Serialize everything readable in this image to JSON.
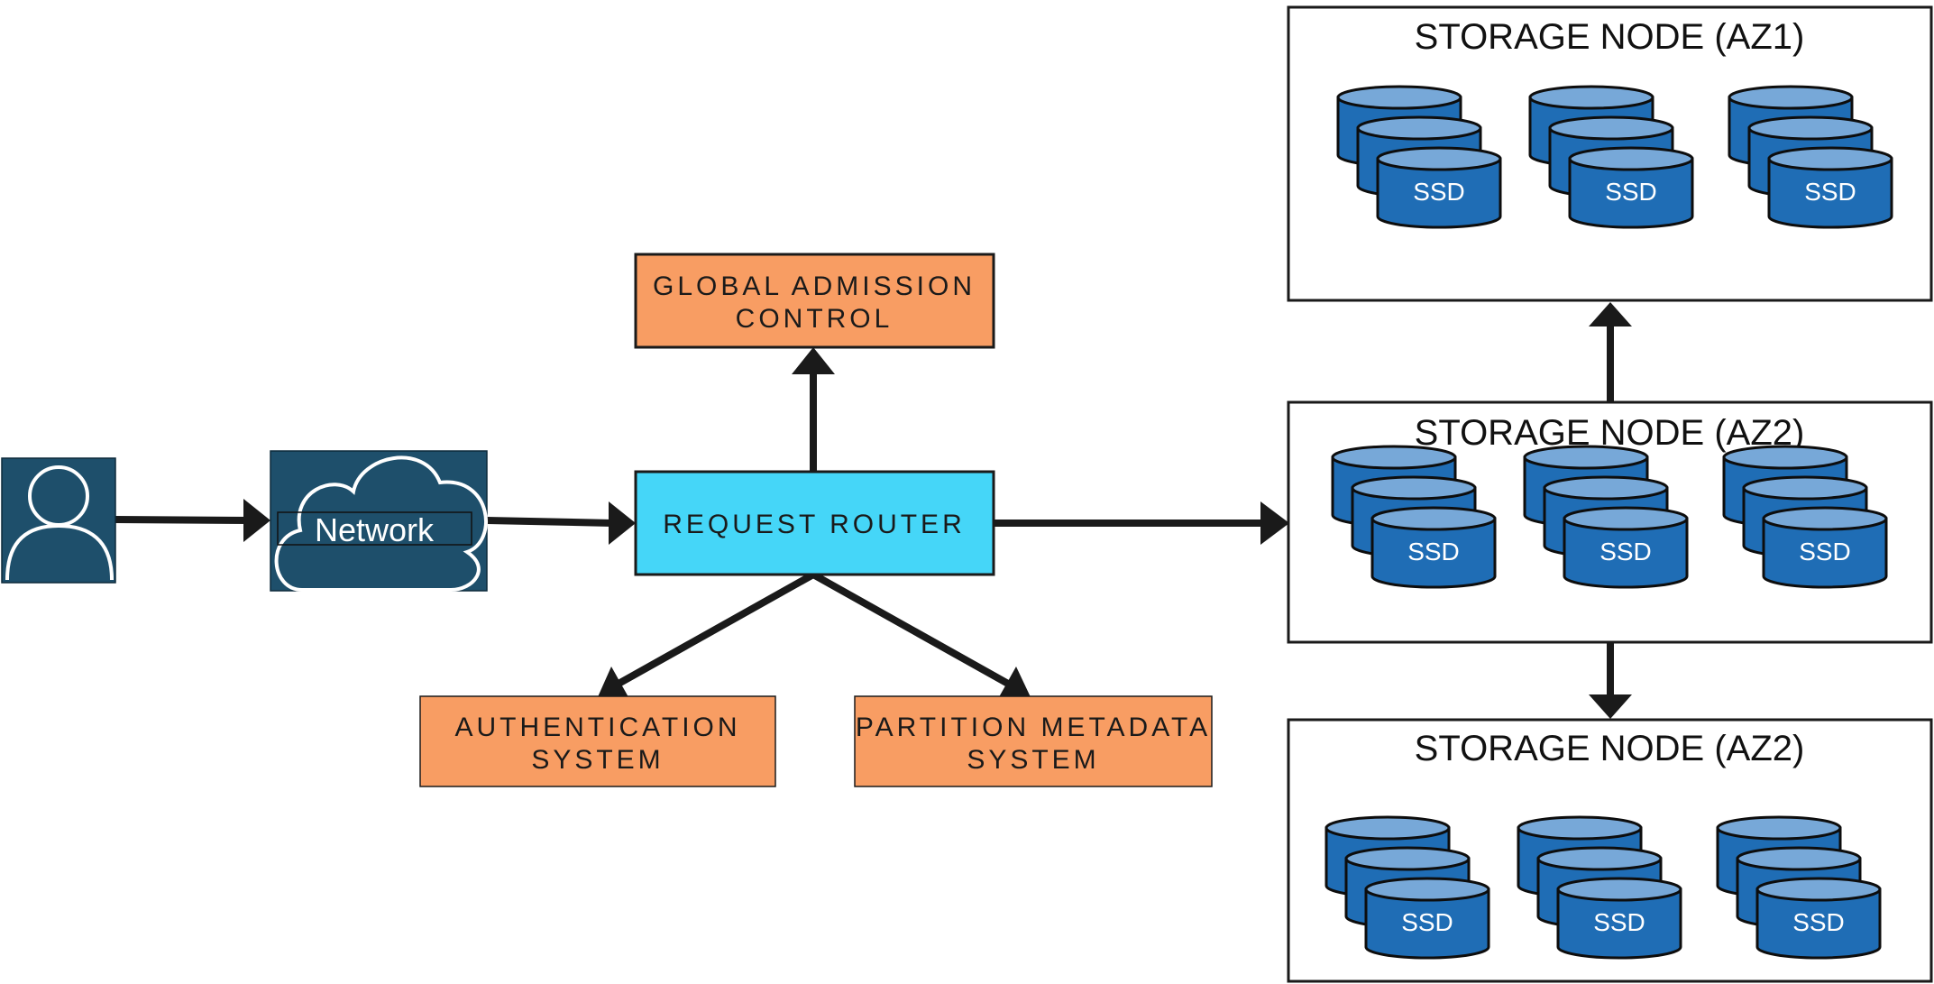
{
  "network": {
    "label": "Network"
  },
  "router": {
    "label": "REQUEST ROUTER"
  },
  "admission": {
    "lines": [
      "GLOBAL ADMISSION",
      "CONTROL"
    ]
  },
  "auth": {
    "lines": [
      "AUTHENTICATION",
      "SYSTEM"
    ]
  },
  "partition": {
    "lines": [
      "PARTITION METADATA",
      "SYSTEM"
    ]
  },
  "storage_nodes": [
    {
      "title": "STORAGE NODE (AZ1)",
      "disk_label": "SSD"
    },
    {
      "title": "STORAGE NODE (AZ2)",
      "disk_label": "SSD"
    },
    {
      "title": "STORAGE NODE (AZ2)",
      "disk_label": "SSD"
    }
  ],
  "colors": {
    "orange_box": "#f89d63",
    "router_box": "#45d6f8",
    "dark_panel": "#1e4f6b",
    "disk_body": "#1f6db5",
    "disk_top": "#77a8d8",
    "arrow": "#1a1a1a"
  }
}
